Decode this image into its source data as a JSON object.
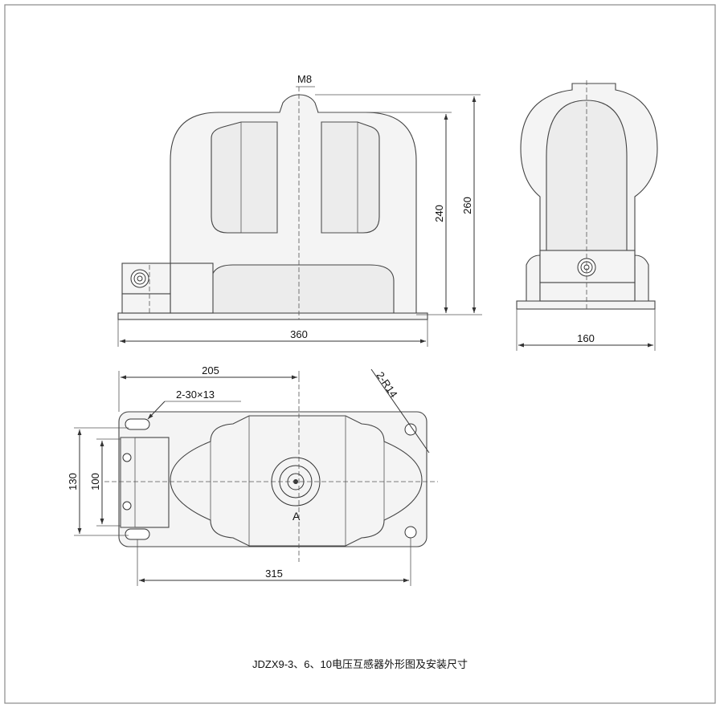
{
  "dimensions": {
    "thread": "M8",
    "height_240": "240",
    "height_260": "260",
    "width_360": "360",
    "width_160": "160",
    "length_205": "205",
    "slot": "2-30×13",
    "radius": "2-R14",
    "width_130": "130",
    "width_100": "100",
    "length_315": "315",
    "section": "A"
  },
  "caption": "JDZX9-3、6、10电压互感器外形图及安装尺寸",
  "colors": {
    "line": "#333333",
    "fill": "#f4f4f4",
    "frame": "#8a8a8a"
  }
}
